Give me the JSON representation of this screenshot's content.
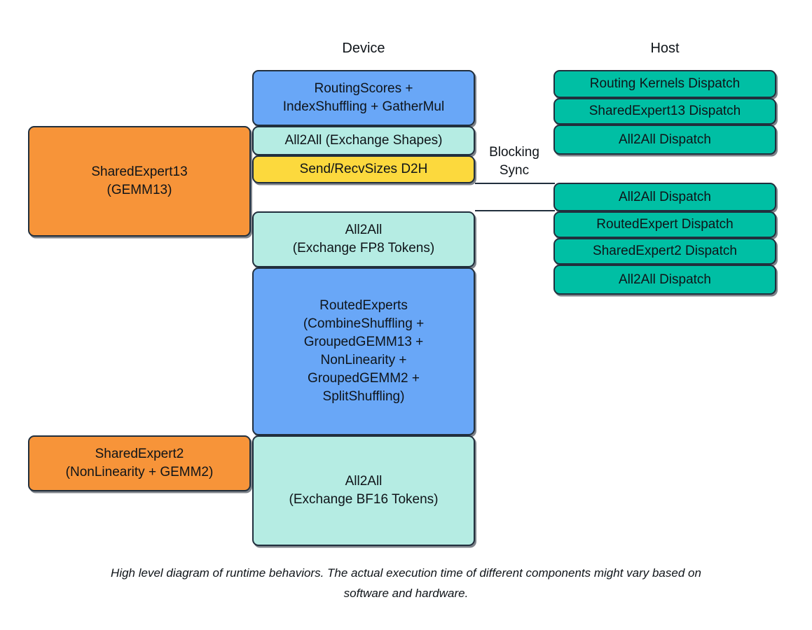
{
  "headers": {
    "device": "Device",
    "host": "Host"
  },
  "left_boxes": [
    {
      "label": "SharedExpert13\n(GEMM13)"
    },
    {
      "label": "SharedExpert2\n(NonLinearity + GEMM2)"
    }
  ],
  "device_boxes": [
    {
      "label": "RoutingScores +\nIndexShuffling + GatherMul",
      "color": "blue"
    },
    {
      "label": "All2All (Exchange Shapes)",
      "color": "mint"
    },
    {
      "label": "Send/RecvSizes D2H",
      "color": "yellow"
    },
    {
      "label": "All2All\n(Exchange FP8 Tokens)",
      "color": "mint"
    },
    {
      "label": "RoutedExperts\n(CombineShuffling +\nGroupedGEMM13 +\nNonLinearity +\nGroupedGEMM2 +\nSplitShuffling)",
      "color": "blue"
    },
    {
      "label": "All2All\n(Exchange BF16 Tokens)",
      "color": "mint"
    }
  ],
  "host_boxes_group1": [
    {
      "label": "Routing Kernels Dispatch"
    },
    {
      "label": "SharedExpert13 Dispatch"
    },
    {
      "label": "All2All Dispatch"
    }
  ],
  "host_boxes_group2": [
    {
      "label": "All2All Dispatch"
    },
    {
      "label": "RoutedExpert Dispatch"
    },
    {
      "label": "SharedExpert2 Dispatch"
    },
    {
      "label": "All2All Dispatch"
    }
  ],
  "annotations": {
    "blocking_sync": "Blocking\nSync"
  },
  "caption": "High level diagram of runtime behaviors. The actual execution time of different components might vary based on\nsoftware and hardware.",
  "colors": {
    "device_blue": "#69A7F7",
    "mint": "#B5ECE3",
    "yellow": "#FCD93D",
    "orange": "#F79439",
    "host_teal": "#00BFA4",
    "border": "#212F3D",
    "text": "#0F1419",
    "background": "#FFFFFF"
  }
}
